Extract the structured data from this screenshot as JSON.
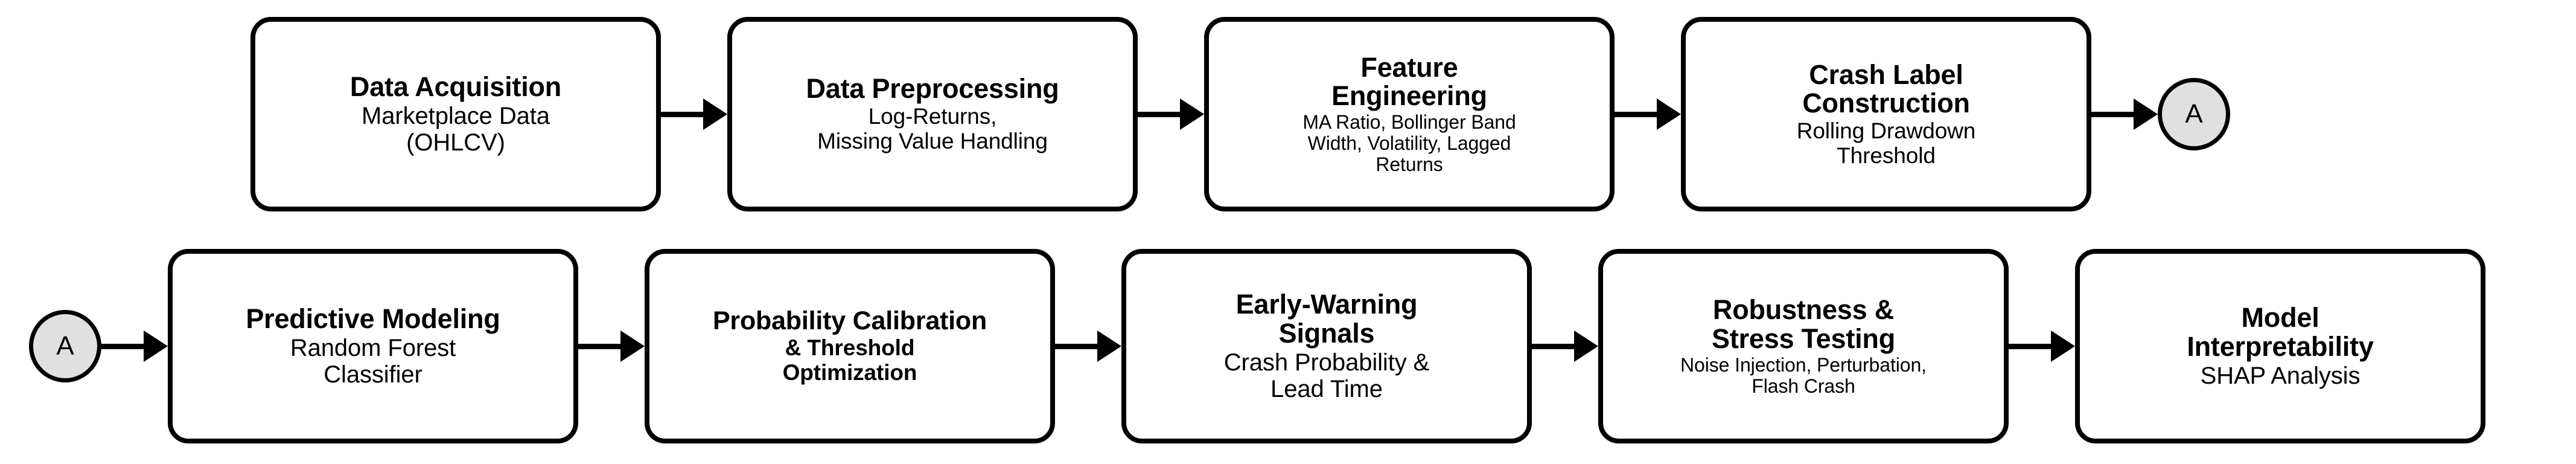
{
  "diagram": {
    "type": "flowchart",
    "orientation": "left-to-right, two rows with off-page connector",
    "background_color": "#FFFFFF",
    "node_fill": "#FFFFFF",
    "node_border": "#000000",
    "connector_fill": "#E0E0E0",
    "arrow_color": "#000000"
  },
  "rows": [
    {
      "id": "row-1",
      "nodes": [
        {
          "id": "data-acquisition",
          "title": "Data Acquisition",
          "subtitle": "Marketplace Data\n(OHLCV)"
        },
        {
          "id": "data-preprocessing",
          "title": "Data Preprocessing",
          "subtitle": "Log-Returns,\nMissing Value Handling"
        },
        {
          "id": "feature-engineering",
          "title": "Feature\nEngineering",
          "subtitle": "MA Ratio, Bollinger Band\nWidth, Volatility, Lagged\nReturns"
        },
        {
          "id": "crash-label-construction",
          "title": "Crash Label\nConstruction",
          "subtitle": "Rolling Drawdown\nThreshold"
        }
      ],
      "connector_out": {
        "id": "connector-a-out",
        "label": "A"
      }
    },
    {
      "id": "row-2",
      "connector_in": {
        "id": "connector-a-in",
        "label": "A"
      },
      "nodes": [
        {
          "id": "predictive-modeling",
          "title": "Predictive Modeling",
          "subtitle": "Random Forest\nClassifier"
        },
        {
          "id": "probability-calibration",
          "title": "Probability Calibration",
          "subtitle": "& Threshold\nOptimization"
        },
        {
          "id": "early-warning-signals",
          "title": "Early-Warning\nSignals",
          "subtitle": "Crash Probability &\nLead Time"
        },
        {
          "id": "robustness-stress-testing",
          "title": "Robustness &\nStress Testing",
          "subtitle": "Noise Injection, Perturbation,\nFlash Crash"
        },
        {
          "id": "model-interpretability",
          "title": "Model\nInterpretability",
          "subtitle": "SHAP Analysis"
        }
      ]
    }
  ],
  "edges": [
    {
      "from": "data-acquisition",
      "to": "data-preprocessing",
      "glyph": "arrow-right"
    },
    {
      "from": "data-preprocessing",
      "to": "feature-engineering",
      "glyph": "arrow-right"
    },
    {
      "from": "feature-engineering",
      "to": "crash-label-construction",
      "glyph": "arrow-right"
    },
    {
      "from": "crash-label-construction",
      "to": "connector-a-out",
      "glyph": "arrow-right"
    },
    {
      "from": "connector-a-in",
      "to": "predictive-modeling",
      "glyph": "arrow-right"
    },
    {
      "from": "predictive-modeling",
      "to": "probability-calibration",
      "glyph": "arrow-right"
    },
    {
      "from": "probability-calibration",
      "to": "early-warning-signals",
      "glyph": "arrow-right"
    },
    {
      "from": "early-warning-signals",
      "to": "robustness-stress-testing",
      "glyph": "arrow-right"
    },
    {
      "from": "robustness-stress-testing",
      "to": "model-interpretability",
      "glyph": "arrow-right"
    }
  ]
}
